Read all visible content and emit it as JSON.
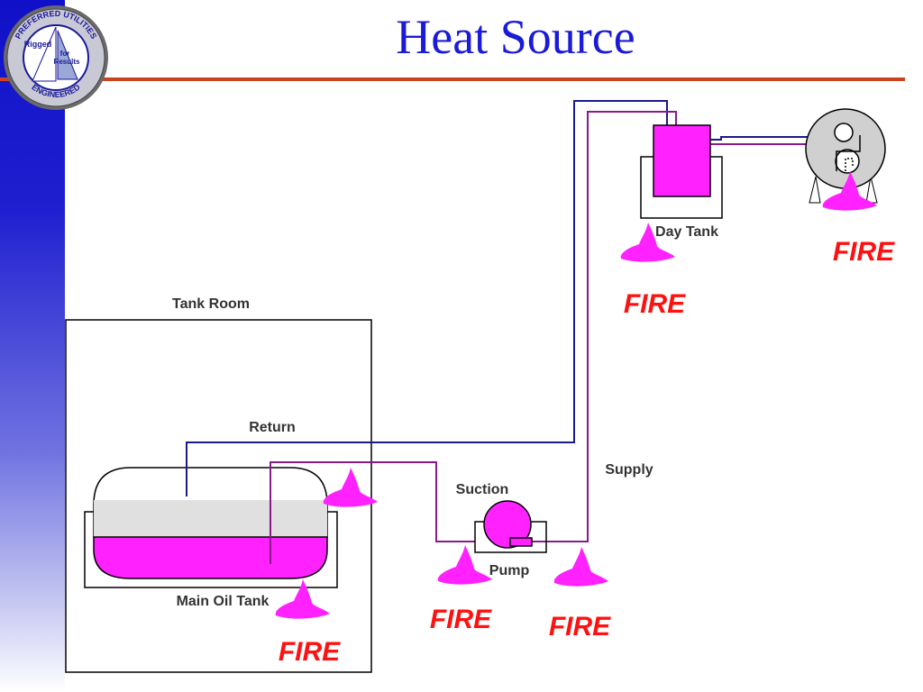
{
  "title": "Heat Source",
  "logo": {
    "top_text": "PREFERRED UTILITIES",
    "left_text": "Rigged",
    "right_text_1": "for",
    "right_text_2": "Results",
    "bottom_text": "ENGINEERED"
  },
  "labels": {
    "tank_room": "Tank Room",
    "return": "Return",
    "supply": "Supply",
    "suction": "Suction",
    "pump": "Pump",
    "day_tank": "Day Tank",
    "main_oil_tank": "Main Oil Tank"
  },
  "fire_label": "FIRE",
  "colors": {
    "oil": "#ff22ff",
    "return_pipe": "#1a1a8a",
    "supply_pipe": "#8a1a8a",
    "fire_text": "#ff1111",
    "title": "#1a1ad8",
    "rule": "#c9451f"
  }
}
